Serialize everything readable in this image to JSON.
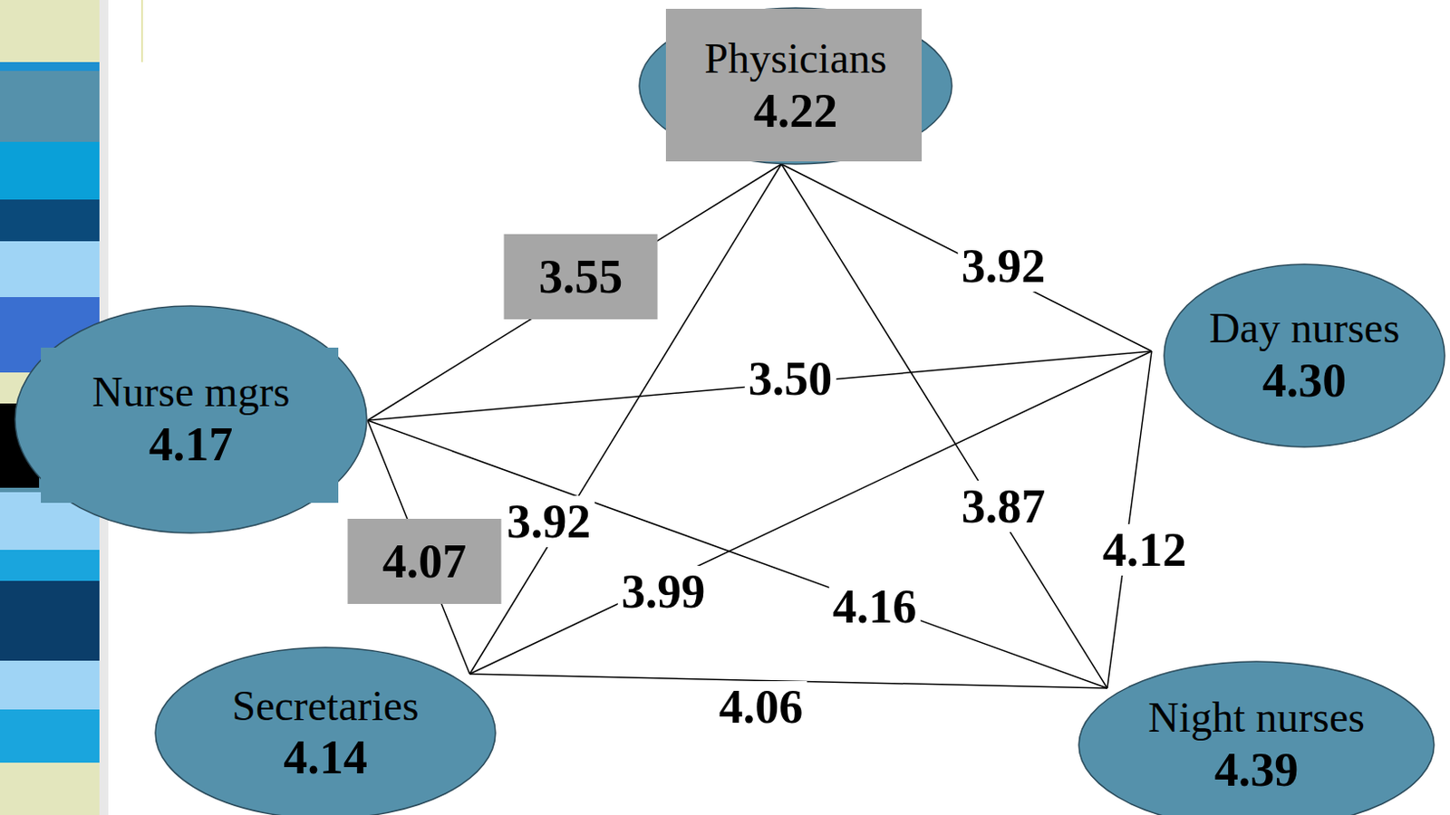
{
  "diagram": {
    "nodes": [
      {
        "text": [
          "Physicians",
          "4.22"
        ]
      },
      {
        "text": [
          "Nurse mgrs",
          "4.17"
        ]
      },
      {
        "text": [
          "Day nurses",
          "4.30"
        ]
      },
      {
        "text": [
          "Secretaries",
          "4.14"
        ]
      },
      {
        "text": [
          "Night nurses",
          "4.39"
        ]
      }
    ],
    "edges": [
      {
        "from": 0,
        "to": 1,
        "arrow": "none",
        "label": "3.55"
      },
      {
        "from": 0,
        "to": 2,
        "arrow": "none",
        "label": "3.92"
      },
      {
        "from": 0,
        "to": 3,
        "arrow": "none",
        "label": "3.92"
      },
      {
        "from": 0,
        "to": 4,
        "arrow": "none",
        "label": "3.87"
      },
      {
        "from": 1,
        "to": 2,
        "arrow": "none",
        "label": "3.50"
      },
      {
        "from": 1,
        "to": 3,
        "arrow": "none",
        "label": "4.07"
      },
      {
        "from": 1,
        "to": 4,
        "arrow": "none",
        "label": "4.16"
      },
      {
        "from": 2,
        "to": 3,
        "arrow": "none",
        "label": "3.99"
      },
      {
        "from": 2,
        "to": 4,
        "arrow": "none",
        "label": "4.12"
      },
      {
        "from": 3,
        "to": 4,
        "arrow": "none",
        "label": "4.06"
      }
    ]
  }
}
